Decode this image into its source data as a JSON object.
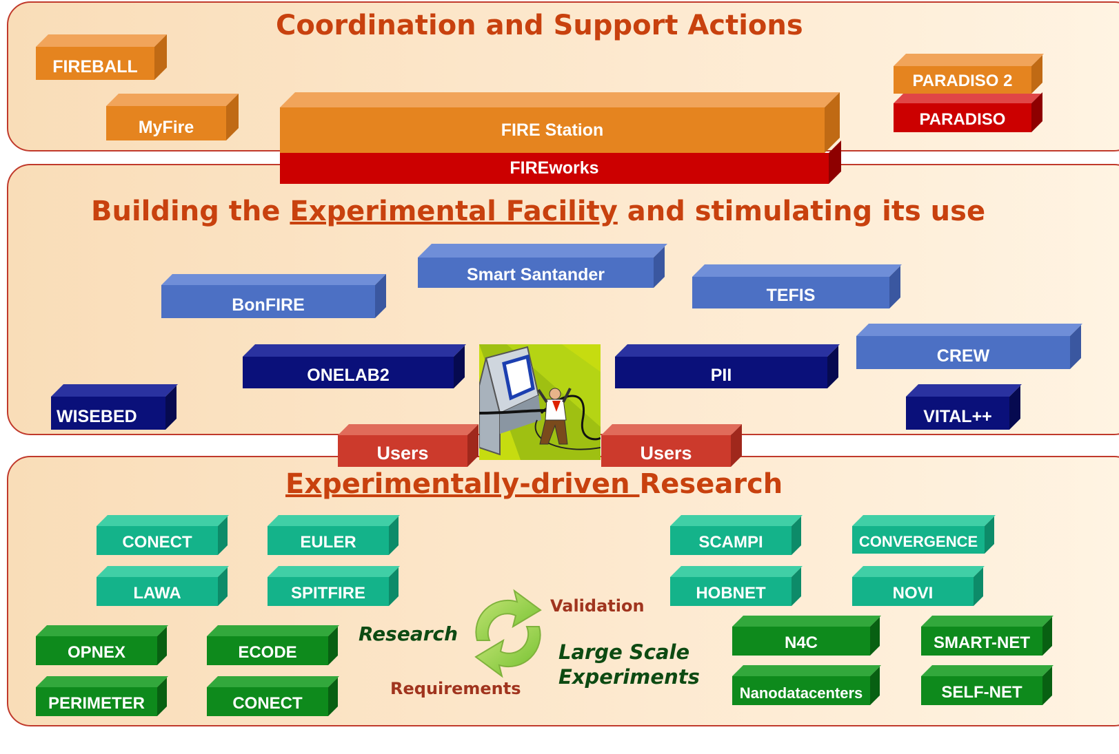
{
  "sections": {
    "csa_title": "Coordination and Support Actions",
    "facility_title_pre": "Building the ",
    "facility_title_link": "Experimental Facility",
    "facility_title_post": " and stimulating its use",
    "research_title_link": "Experimentally-driven ",
    "research_title_post": "Research"
  },
  "csa": {
    "fireball": "FIREBALL",
    "myfire": "MyFire",
    "fire_station": "FIRE Station",
    "fireworks": "FIREworks",
    "paradiso2": "PARADISO 2",
    "paradiso": "PARADISO"
  },
  "facility": {
    "bonfire": "BonFIRE",
    "smart_santander": "Smart Santander",
    "tefis": "TEFIS",
    "crew": "CREW",
    "onelab2": "ONELAB2",
    "pii": "PII",
    "wisebed": "WISEBED",
    "vital": "VITAL++"
  },
  "users": {
    "left": "Users",
    "right": "Users"
  },
  "research": {
    "conect_1": "CONECT",
    "euler": "EULER",
    "lawa": "LAWA",
    "spitfire": "SPITFIRE",
    "opnex": "OPNEX",
    "ecode": "ECODE",
    "perimeter": "PERIMETER",
    "conect_2": "CONECT",
    "scampi": "SCAMPI",
    "convergence": "CONVERGENCE",
    "hobnet": "HOBNET",
    "novi": "NOVI",
    "n4c": "N4C",
    "smart_net": "SMART-NET",
    "nanodatacenters": "Nanodatacenters",
    "self_net": "SELF-NET"
  },
  "cycle": {
    "research": "Research",
    "validation": "Validation",
    "requirements": "Requirements",
    "large_scale_1": "Large Scale",
    "large_scale_2": "Experiments"
  },
  "colors": {
    "heading": "#c8410e",
    "orange": "#e5841f",
    "red": "#cc0000",
    "blue": "#4c70c4",
    "navy": "#0a107a",
    "teal": "#14b38a",
    "green": "#0e8a1c",
    "users": "#cc3a2c"
  }
}
